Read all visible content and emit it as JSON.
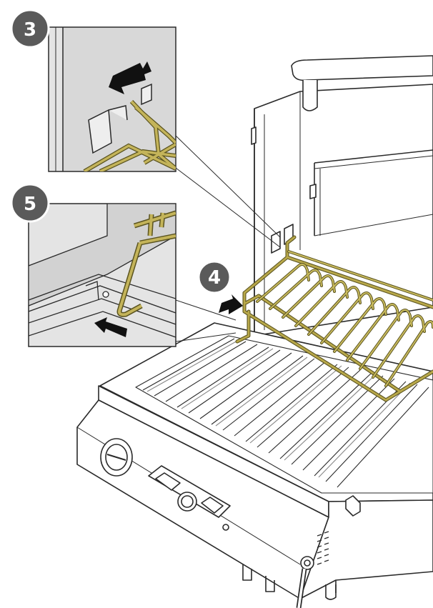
{
  "steps": {
    "step_3": "3",
    "step_4": "4",
    "step_5": "5"
  },
  "colors": {
    "rack": "#a89a3c",
    "rack_light": "#d9cf86",
    "line": "#2a2a2a",
    "badge": "#5a5a5a",
    "inset_bg": "#d6d6d6",
    "arrow": "#111111"
  },
  "icons": {
    "control_knob": "knob-icon",
    "power_switch": "switch-icon",
    "brand_badge": "brand-logo"
  }
}
